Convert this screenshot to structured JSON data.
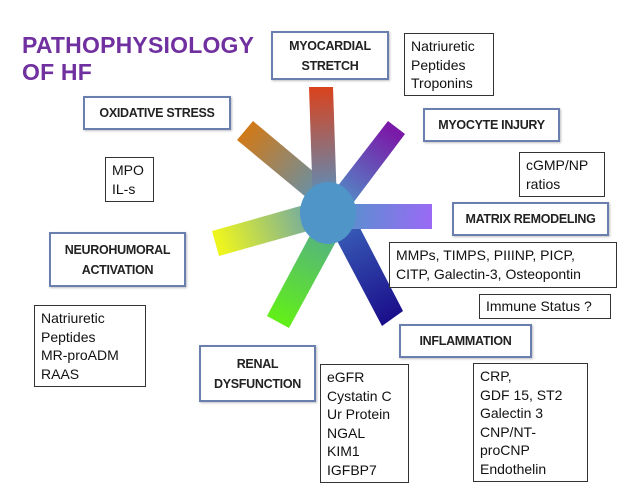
{
  "title": [
    "PATHOPHYSIOLOGY",
    "OF HF"
  ],
  "colors": {
    "title": "#7030a0",
    "category_border": "#6a7fae",
    "hub": "#4f95c8"
  },
  "categories": {
    "myocardial_stretch": [
      "MYOCARDIAL",
      "STRETCH"
    ],
    "oxidative_stress": [
      "OXIDATIVE STRESS"
    ],
    "myocyte_injury": [
      "MYOCYTE INJURY"
    ],
    "matrix_remodeling": [
      "MATRIX REMODELING"
    ],
    "neurohumoral_activation": [
      "NEUROHUMORAL",
      "ACTIVATION"
    ],
    "inflammation": [
      "INFLAMMATION"
    ],
    "renal_dysfunction": [
      "RENAL",
      "DYSFUNCTION"
    ]
  },
  "biomarkers": {
    "myocardial_stretch": [
      "Natriuretic",
      "Peptides",
      "Troponins"
    ],
    "oxidative_stress": [
      "MPO",
      "IL-s"
    ],
    "myocyte_injury": [
      "cGMP/NP",
      "ratios"
    ],
    "matrix_remodeling": [
      "MMPs, TIMPS, PIIINP, PICP,",
      "CITP, Galectin-3, Osteopontin"
    ],
    "immune": [
      "Immune Status ?"
    ],
    "neurohumoral_activation": [
      "Natriuretic",
      "Peptides",
      "MR-proADM",
      "RAAS"
    ],
    "renal_dysfunction": [
      "eGFR",
      "Cystatin C",
      "Ur Protein",
      "NGAL",
      "KIM1",
      "IGFBP7"
    ],
    "inflammation": [
      "CRP,",
      "GDF 15, ST2",
      "Galectin 3",
      "CNP/NT-",
      "proCNP",
      "Endothelin"
    ]
  },
  "spokes": [
    {
      "name": "myocardial-stretch",
      "end_color": "#d9431e"
    },
    {
      "name": "myocyte-injury",
      "end_color": "#7a1aa8"
    },
    {
      "name": "matrix-remodeling",
      "end_color": "#9a6af5"
    },
    {
      "name": "inflammation",
      "end_color": "#1a0d8a"
    },
    {
      "name": "renal-dysfunction",
      "end_color": "#62ee1a"
    },
    {
      "name": "neurohumoral-activation",
      "end_color": "#eef51e"
    },
    {
      "name": "oxidative-stress",
      "end_color": "#cf7a1a"
    }
  ]
}
